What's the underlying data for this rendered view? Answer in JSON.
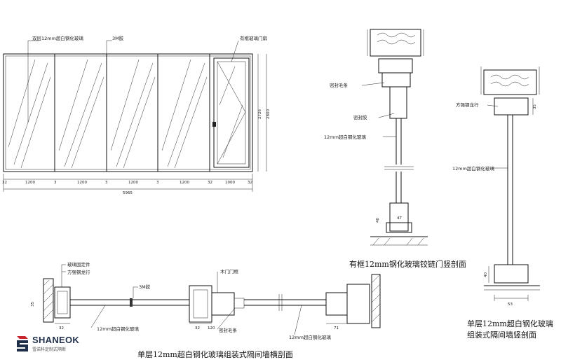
{
  "elevation": {
    "label_glass": "双层12mm超白钢化玻璃",
    "label_glue": "3M胶",
    "label_door": "有框玻璃门扇",
    "dims_bottom": [
      "32",
      "1200",
      "3",
      "1200",
      "3",
      "1200",
      "3",
      "1200",
      "32",
      "1000",
      "32"
    ],
    "total": "5965",
    "height_a": "2726",
    "height_b": "2800"
  },
  "door_section": {
    "label_brush": "密封毛条",
    "label_seal": "密封胶",
    "label_glass": "12mm超白钢化玻璃",
    "dim_47": "47",
    "dim_side": "40",
    "caption": "有框12mm钢化玻璃铰链门竖剖面"
  },
  "vertical_section": {
    "label_keel": "方强钢龙行",
    "label_glass": "12mm超白钢化玻璃",
    "dim_top": "35",
    "dim_bottom": "40",
    "dim_width": "53",
    "caption_line1": "单层12mm超白钢化玻璃",
    "caption_line2": "组装式隔间墙竖剖面"
  },
  "horizontal_section": {
    "label_part": "玻璃固定件",
    "label_keel": "方强钢龙行",
    "label_glue": "3M胶",
    "label_wood": "木门门框",
    "label_glass1": "12mm超白钢化玻璃",
    "label_brush": "密封毛条",
    "label_glass2": "12mm超白钢化玻璃",
    "dim_32": "32",
    "dim_32b": "32",
    "dim_120": "120",
    "dim_71": "71",
    "dim_side": "35",
    "caption": "单层12mm超白钢化玻璃组装式隔间墙横剖面"
  },
  "logo": {
    "name": "SHANEOK",
    "sub": "雪诺科定制式隔断"
  }
}
